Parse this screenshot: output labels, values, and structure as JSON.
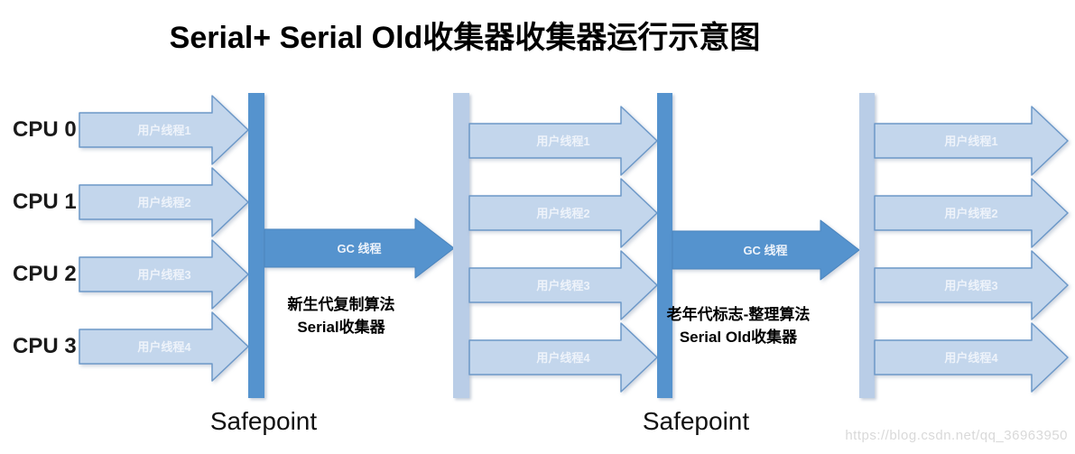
{
  "title": "Serial+ Serial Old收集器收集器运行示意图",
  "cpu_labels": [
    "CPU 0",
    "CPU 1",
    "CPU 2",
    "CPU 3"
  ],
  "user_threads": [
    "用户线程1",
    "用户线程2",
    "用户线程3",
    "用户线程4"
  ],
  "gc_phases": [
    {
      "arrow_label": "GC 线程",
      "algorithm": "新生代复制算法",
      "collector": "Serial收集器"
    },
    {
      "arrow_label": "GC 线程",
      "algorithm": "老年代标志-整理算法",
      "collector": "Serial Old收集器"
    }
  ],
  "safepoint_labels": [
    "Safepoint",
    "Safepoint"
  ],
  "watermark": "https://blog.csdn.net/qq_36963950",
  "colors": {
    "dark_blue": "#5593ce",
    "dark_blue_border": "#4a84bd",
    "light_arrow_fill": "#c3d6ec",
    "light_arrow_border": "#6c98c8",
    "light_bar_fill": "#b9cde7",
    "thread_label": "#eef3fa",
    "watermark_gray": "#d9d9d9"
  }
}
